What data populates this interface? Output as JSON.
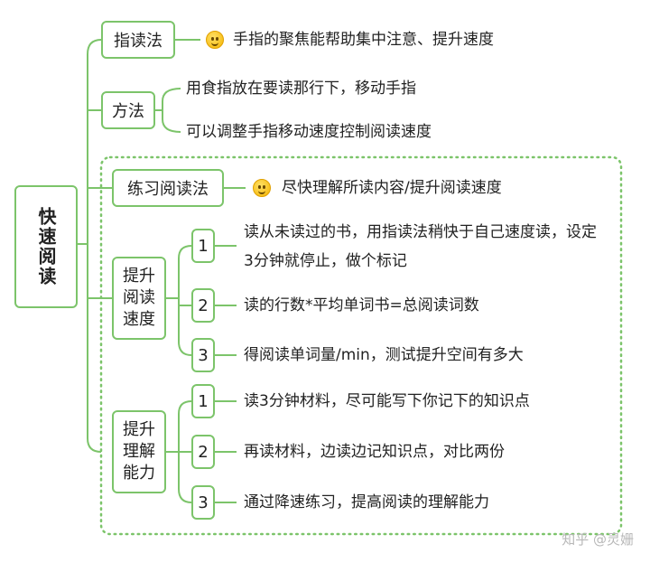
{
  "root": {
    "label": "快速阅读"
  },
  "branches": {
    "finger_method": {
      "label": "指读法",
      "note": "手指的聚焦能帮助集中注意、提升速度",
      "note_icon": "smiley-icon"
    },
    "method": {
      "label": "方法",
      "items": [
        "用食指放在要读那行下，移动手指",
        "可以调整手指移动速度控制阅读速度"
      ]
    },
    "practice": {
      "label": "练习阅读法",
      "note": "尽快理解所读内容/提升阅读速度",
      "note_icon": "smiley-icon"
    },
    "speed": {
      "label": "提升阅读速度",
      "steps": [
        {
          "num": "1",
          "text": "读从未读过的书，用指读法稍快于自己速度读，设定3分钟就停止，做个标记"
        },
        {
          "num": "2",
          "text": "读的行数*平均单词书=总阅读词数"
        },
        {
          "num": "3",
          "text": "得阅读单词量/min，测试提升空间有多大"
        }
      ]
    },
    "comprehension": {
      "label": "提升理解能力",
      "steps": [
        {
          "num": "1",
          "text": "读3分钟材料，尽可能写下你记下的知识点"
        },
        {
          "num": "2",
          "text": "再读材料，边读边记知识点，对比两份"
        },
        {
          "num": "3",
          "text": "通过降速练习，提高阅读的理解能力"
        }
      ]
    }
  },
  "watermark": "知乎 @灵姗",
  "colors": {
    "line": "#7cc46a",
    "border": "#7cc46a",
    "text": "#222222"
  }
}
